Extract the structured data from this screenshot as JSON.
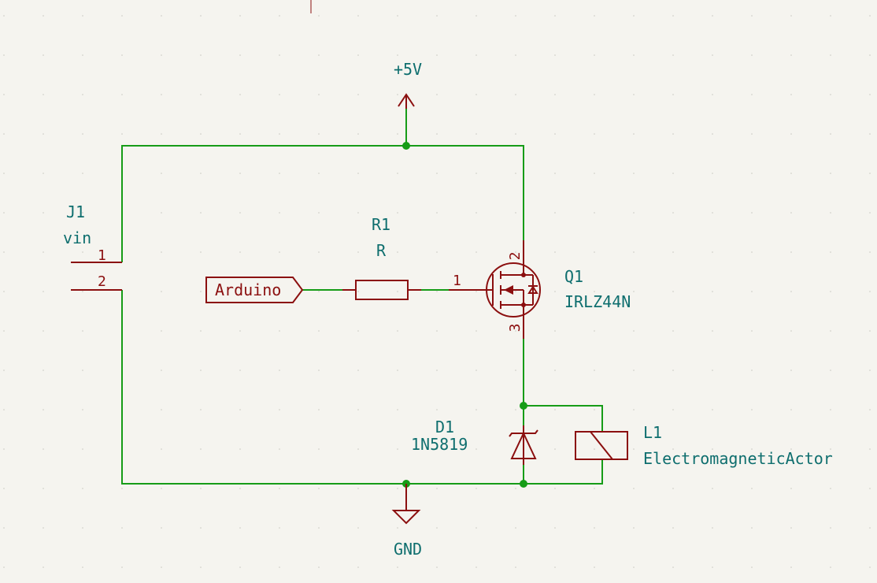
{
  "power": {
    "vcc_label": "+5V",
    "gnd_label": "GND"
  },
  "j1": {
    "ref": "J1",
    "value": "vin",
    "pin1": "1",
    "pin2": "2"
  },
  "r1": {
    "ref": "R1",
    "value": "R"
  },
  "q1": {
    "ref": "Q1",
    "value": "IRLZ44N",
    "pin_gate": "1",
    "pin_drain": "2",
    "pin_source": "3"
  },
  "d1": {
    "ref": "D1",
    "value": "1N5819"
  },
  "l1": {
    "ref": "L1",
    "value": "ElectromagneticActor"
  },
  "net_label": {
    "text": "Arduino"
  },
  "colors": {
    "wire": "#169c17",
    "symbol": "#8b0f0f",
    "text": "#0e6e6e",
    "background": "#f5f4ef"
  }
}
